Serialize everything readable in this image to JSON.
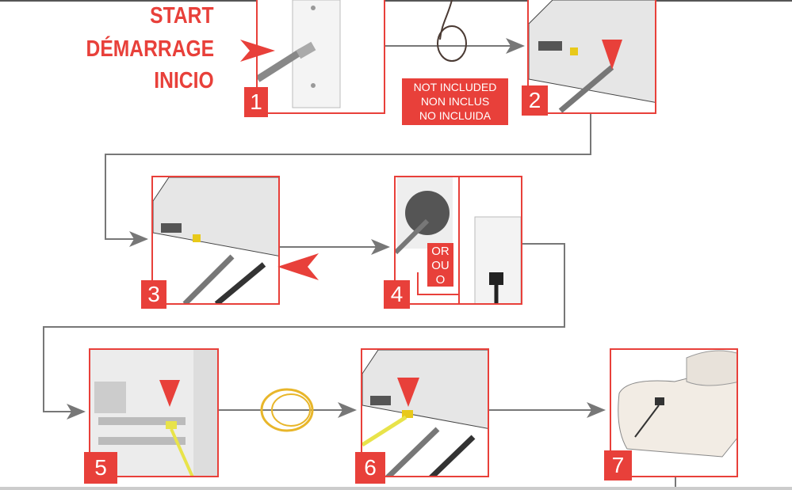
{
  "start_labels": [
    "START",
    "DÉMARRAGE",
    "INICIO"
  ],
  "not_included": [
    "NOT INCLUDED",
    "NON INCLUS",
    "NO INCLUIDA"
  ],
  "or_labels": [
    "OR",
    "OU",
    "O"
  ],
  "steps": [
    "1",
    "2",
    "3",
    "4",
    "5",
    "6",
    "7"
  ],
  "colors": {
    "accent": "#e8403a",
    "connector": "#777777"
  }
}
